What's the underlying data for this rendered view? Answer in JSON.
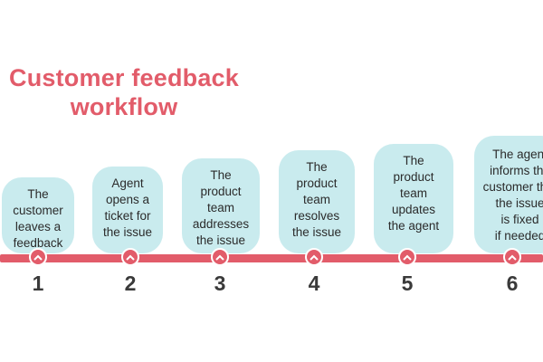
{
  "title": "Customer feedback\nworkflow",
  "steps": [
    {
      "number": "1",
      "text": "The\ncustomer\nleaves a\nfeedback"
    },
    {
      "number": "2",
      "text": "Agent\nopens a\nticket for\nthe issue"
    },
    {
      "number": "3",
      "text": "The\nproduct\nteam\naddresses\nthe issue"
    },
    {
      "number": "4",
      "text": "The\nproduct\nteam\nresolves\nthe issue"
    },
    {
      "number": "5",
      "text": "The\nproduct\nteam\nupdates\nthe agent"
    },
    {
      "number": "6",
      "text": "The agent\ninforms the\ncustomer that\nthe issue\nis fixed\nif needed"
    }
  ],
  "colors": {
    "accent": "#e25c6a",
    "card_bg": "#c9ebee",
    "text": "#2b2b2b"
  },
  "marker_icon": "chevron-up-icon"
}
